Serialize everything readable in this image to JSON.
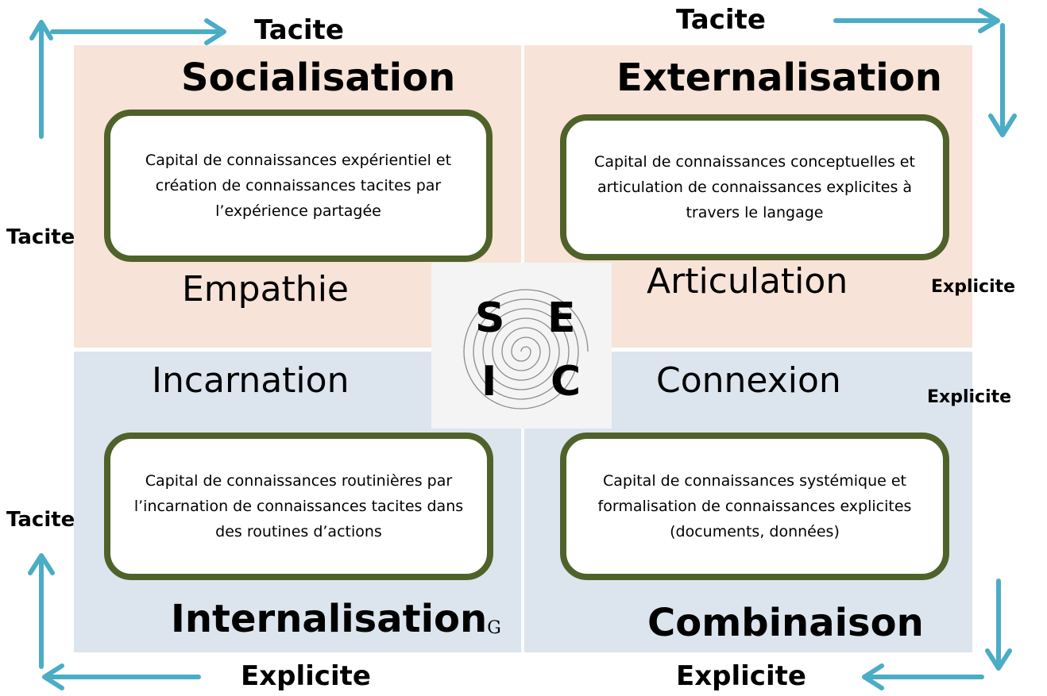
{
  "colors": {
    "warm_quadrant": "#f8e3d8",
    "cool_quadrant": "#dce4ee",
    "box_frame": "#4f6229",
    "arrow": "#4bacc6"
  },
  "quadrants": {
    "socialisation": {
      "title": "Socialisation",
      "subtitle": "Empathie",
      "text": "Capital de connaissances expérientiel et création de connaissances tacites par l’expérience partagée"
    },
    "externalisation": {
      "title": "Externalisation",
      "subtitle": "Articulation",
      "text": "Capital de connaissances conceptuelles et articulation de connaissances explicites à travers le langage"
    },
    "internalisation": {
      "title": "Internalisation",
      "title_suffix": "G",
      "subtitle": "Incarnation",
      "text": "Capital de connaissances routinières par l’incarnation de connaissances tacites dans des routines d’actions"
    },
    "combinaison": {
      "title": "Combinaison",
      "subtitle": "Connexion",
      "text": "Capital de connaissances systémique et formalisation de connaissances explicites (documents, données)"
    }
  },
  "center": {
    "s": "S",
    "e": "E",
    "i": "I",
    "c": "C"
  },
  "edge_labels": {
    "top_left": "Tacite",
    "top_right": "Tacite",
    "left_upper": "Tacite",
    "left_lower": "Tacite",
    "right_upper": "Explicite",
    "right_lower": "Explicite",
    "bottom_left": "Explicite",
    "bottom_right": "Explicite"
  }
}
